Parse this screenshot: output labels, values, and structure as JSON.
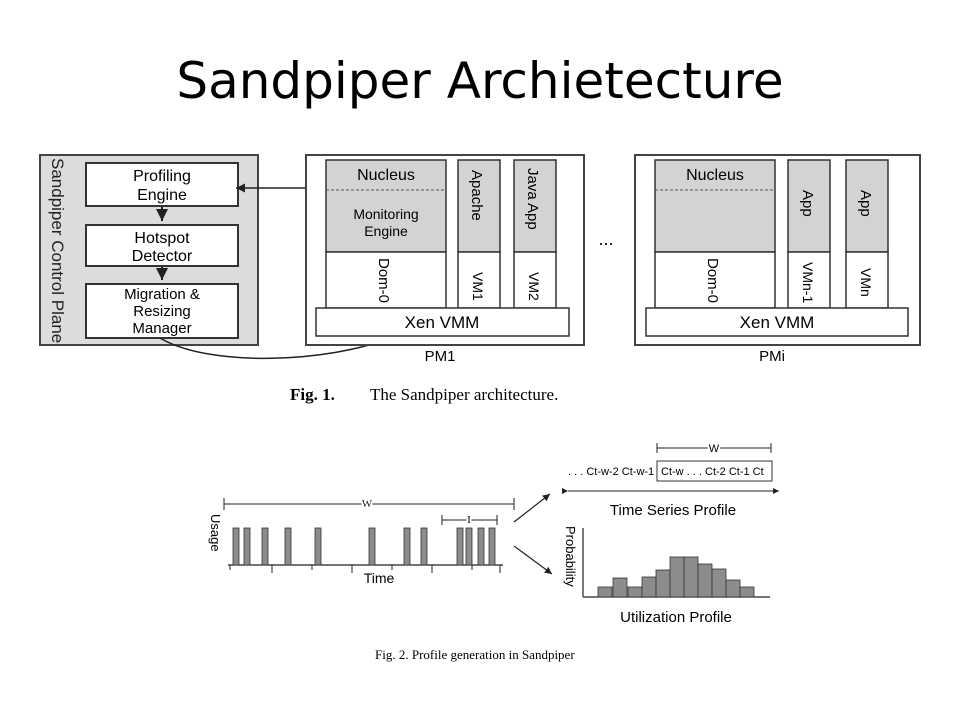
{
  "slide": {
    "title": "Sandpiper Archietecture"
  },
  "fig1": {
    "control_plane_label": "Sandpiper Control Plane",
    "boxes": [
      "Profiling",
      "Engine",
      "Hotspot",
      "Detector",
      "Migration &",
      "Resizing",
      "Manager"
    ],
    "pm1": {
      "nucleus": "Nucleus",
      "monitoring": [
        "Monitoring",
        "Engine"
      ],
      "dom0": "Dom-0",
      "vm1_app": "Apache",
      "vm1": "VM1",
      "vm2_app": "Java App",
      "vm2": "VM2",
      "vmm": "Xen VMM",
      "label": "PM1"
    },
    "ellipsis": "...",
    "pmi": {
      "nucleus": "Nucleus",
      "dom0": "Dom-0",
      "app1": "App",
      "vm_n1": "VMn-1",
      "app2": "App",
      "vm_n": "VMn",
      "vmm": "Xen VMM",
      "label": "PMi"
    },
    "caption_num": "Fig. 1.",
    "caption_text": "The Sandpiper architecture."
  },
  "fig2": {
    "usage_label": "Usage",
    "time_label": "Time",
    "w_label": "W",
    "i_label": "I",
    "ts_w_label": "W",
    "ts_seq": ". . .  Ct-w-2  Ct-w-1",
    "ts_box": "Ct-w . . .  Ct-2  Ct-1  Ct",
    "ts_profile": "Time Series Profile",
    "probability_label": "Probability",
    "util_profile": "Utilization Profile",
    "caption": "Fig. 2.  Profile generation in Sandpiper"
  },
  "colors": {
    "panel_grey": "#d9d9d9",
    "bar_grey": "#8c8c8c",
    "border": "#333333"
  }
}
